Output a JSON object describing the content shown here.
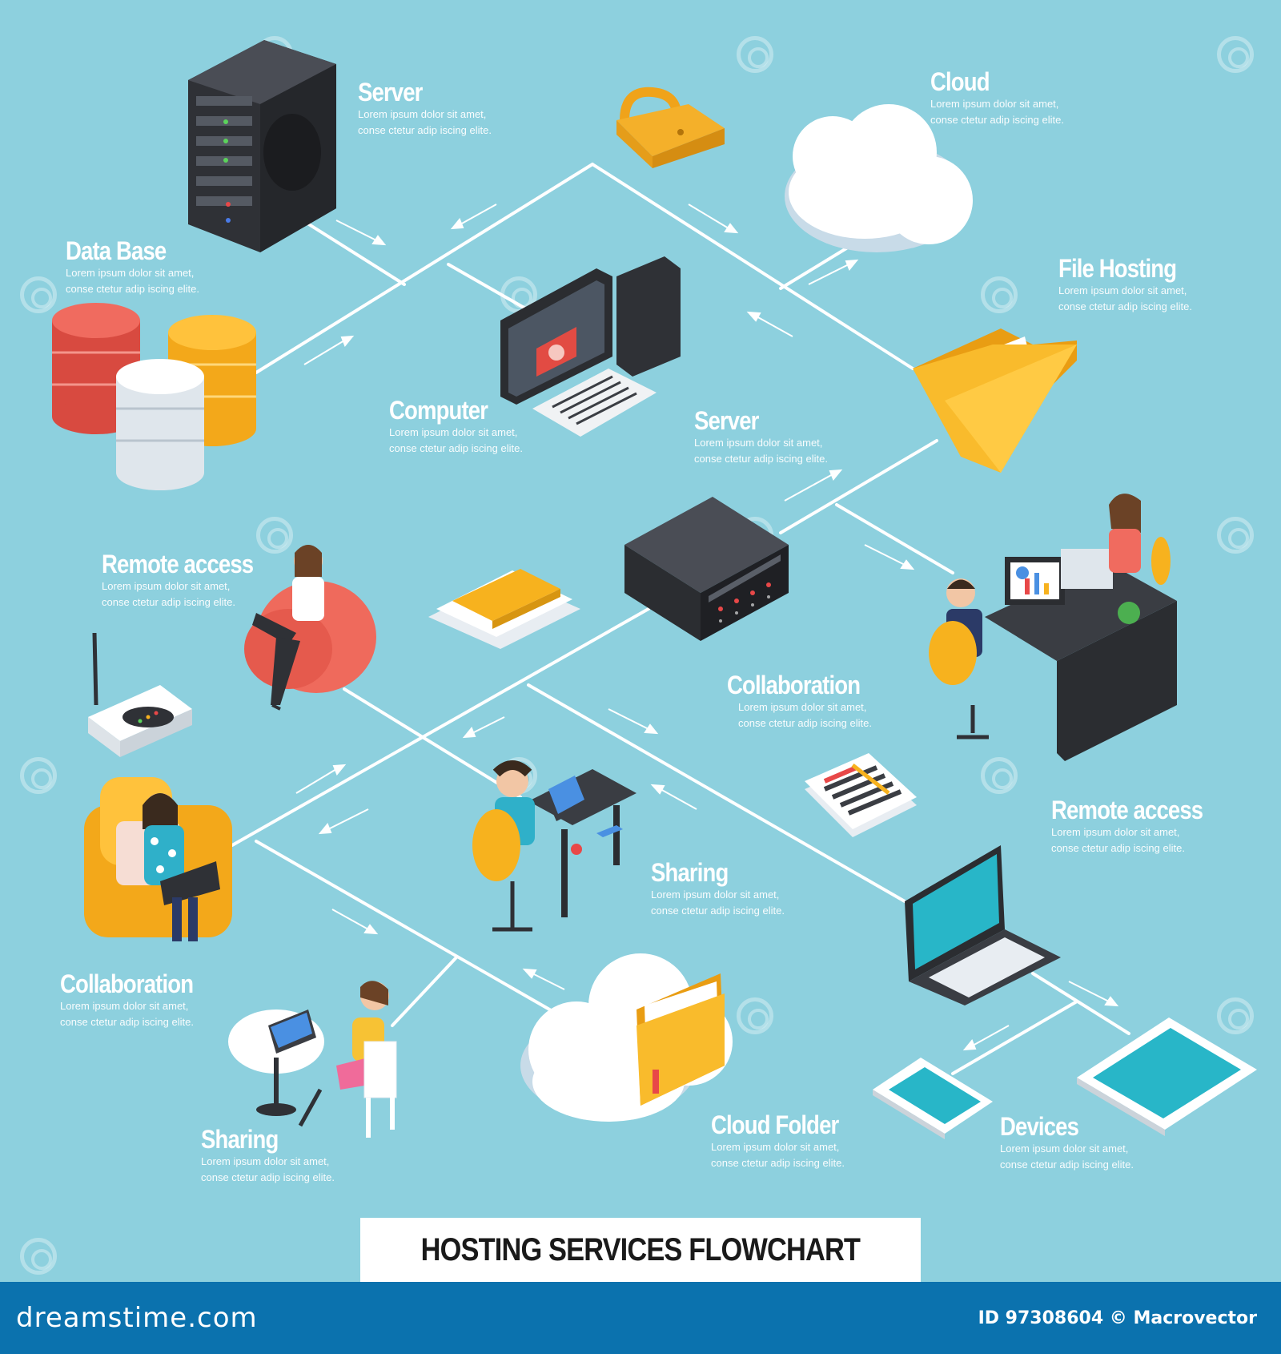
{
  "nodes": [
    {
      "key": "server_top",
      "title": "Server",
      "desc": "Lorem ipsum dolor sit amet, conse ctetur adip iscing elite."
    },
    {
      "key": "cloud",
      "title": "Cloud",
      "desc": "Lorem ipsum dolor sit amet, conse ctetur adip iscing elite."
    },
    {
      "key": "database",
      "title": "Data Base",
      "desc": "Lorem ipsum dolor sit amet, conse ctetur adip iscing elite."
    },
    {
      "key": "file_hosting",
      "title": "File Hosting",
      "desc": "Lorem ipsum dolor sit amet, conse ctetur adip iscing elite."
    },
    {
      "key": "computer",
      "title": "Computer",
      "desc": "Lorem ipsum dolor sit amet, conse ctetur adip iscing elite."
    },
    {
      "key": "server_mid",
      "title": "Server",
      "desc": "Lorem ipsum dolor sit amet, conse ctetur adip iscing elite."
    },
    {
      "key": "remote_left",
      "title": "Remote access",
      "desc": "Lorem ipsum dolor sit amet, conse ctetur adip iscing elite."
    },
    {
      "key": "collab_right",
      "title": "Collaboration",
      "desc": "Lorem ipsum dolor sit amet, conse ctetur adip iscing elite."
    },
    {
      "key": "remote_right",
      "title": "Remote access",
      "desc": "Lorem ipsum dolor sit amet, conse ctetur adip iscing elite."
    },
    {
      "key": "sharing_mid",
      "title": "Sharing",
      "desc": "Lorem ipsum dolor sit amet, conse ctetur adip iscing elite."
    },
    {
      "key": "collab_left",
      "title": "Collaboration",
      "desc": "Lorem ipsum dolor sit amet, conse ctetur adip iscing elite."
    },
    {
      "key": "sharing_bottom",
      "title": "Sharing",
      "desc": "Lorem ipsum dolor sit amet, conse ctetur adip iscing elite."
    },
    {
      "key": "cloud_folder",
      "title": "Cloud Folder",
      "desc": "Lorem ipsum dolor sit amet, conse ctetur adip iscing elite."
    },
    {
      "key": "devices",
      "title": "Devices",
      "desc": "Lorem ipsum dolor sit amet, conse ctetur adip iscing elite."
    }
  ],
  "diagram_title": "HOSTING SERVICES FLOWCHART",
  "footer": {
    "brand": "dreamstime.com",
    "meta": "ID 97308604 © Macrovector"
  },
  "colors": {
    "background": "#8dd0de",
    "footer": "#0b72ae",
    "connector": "#ffffff",
    "accent_yellow": "#f7b21e",
    "accent_red": "#e8544a"
  },
  "icons": [
    "server-tower-icon",
    "padlock-icon",
    "cloud-icon",
    "database-icon",
    "desktop-computer-icon",
    "folder-icon",
    "server-box-icon",
    "documents-icon",
    "person-beanbag-icon",
    "wifi-router-icon",
    "office-desk-team-icon",
    "person-desk-headset-icon",
    "report-papers-icon",
    "person-armchair-icon",
    "laptop-icon",
    "cafe-table-person-icon",
    "cloud-folder-icon",
    "smartphone-icon",
    "tablet-icon"
  ]
}
